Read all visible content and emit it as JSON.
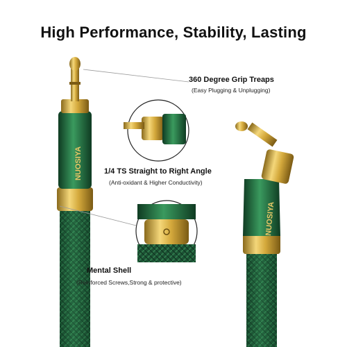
{
  "headline": "High Performance, Stability, Lasting",
  "brand": "NUOSIYA",
  "callouts": [
    {
      "title": "360 Degree Grip Treaps",
      "subtitle": "(Easy Plugging & Unplugging)"
    },
    {
      "title": "1/4 TS Straight to Right Angle",
      "subtitle": "(Anti-oxidant & Higher Conductivity)"
    },
    {
      "title": "Mental Shell",
      "subtitle": "(Reinforced Screws,Strong & protective)"
    }
  ],
  "colors": {
    "cable_green": "#1f5a3a",
    "gold": "#c9a23b",
    "shell_green": "#2e7a4a"
  }
}
